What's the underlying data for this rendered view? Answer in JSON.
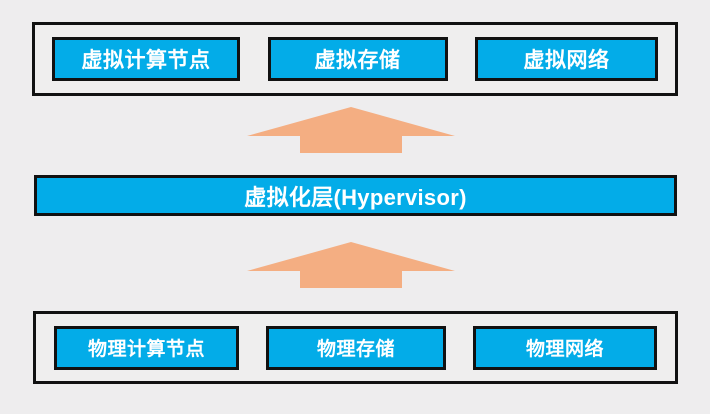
{
  "diagram": {
    "title_semantics": "virtualization-architecture-stack",
    "background_color": "#eeedee",
    "node_color": "#03ace8",
    "node_text_color": "#ffffff",
    "border_color": "#111111",
    "arrow_color": "#f4ae82"
  },
  "virtual_layer": {
    "name": "virtual-resources-group",
    "nodes": [
      {
        "id": "virtual-compute",
        "label": "虚拟计算节点"
      },
      {
        "id": "virtual-storage",
        "label": "虚拟存储"
      },
      {
        "id": "virtual-network",
        "label": "虚拟网络"
      }
    ]
  },
  "hypervisor": {
    "name": "virtualization-layer",
    "label": "虚拟化层(Hypervisor)"
  },
  "physical_layer": {
    "name": "physical-resources-group",
    "nodes": [
      {
        "id": "physical-compute",
        "label": "物理计算节点"
      },
      {
        "id": "physical-storage",
        "label": "物理存储"
      },
      {
        "id": "physical-network",
        "label": "物理网络"
      }
    ]
  },
  "arrows": [
    {
      "id": "arrow-physical-to-hypervisor",
      "direction": "up",
      "color": "#f4ae82"
    },
    {
      "id": "arrow-hypervisor-to-virtual",
      "direction": "up",
      "color": "#f4ae82"
    }
  ]
}
